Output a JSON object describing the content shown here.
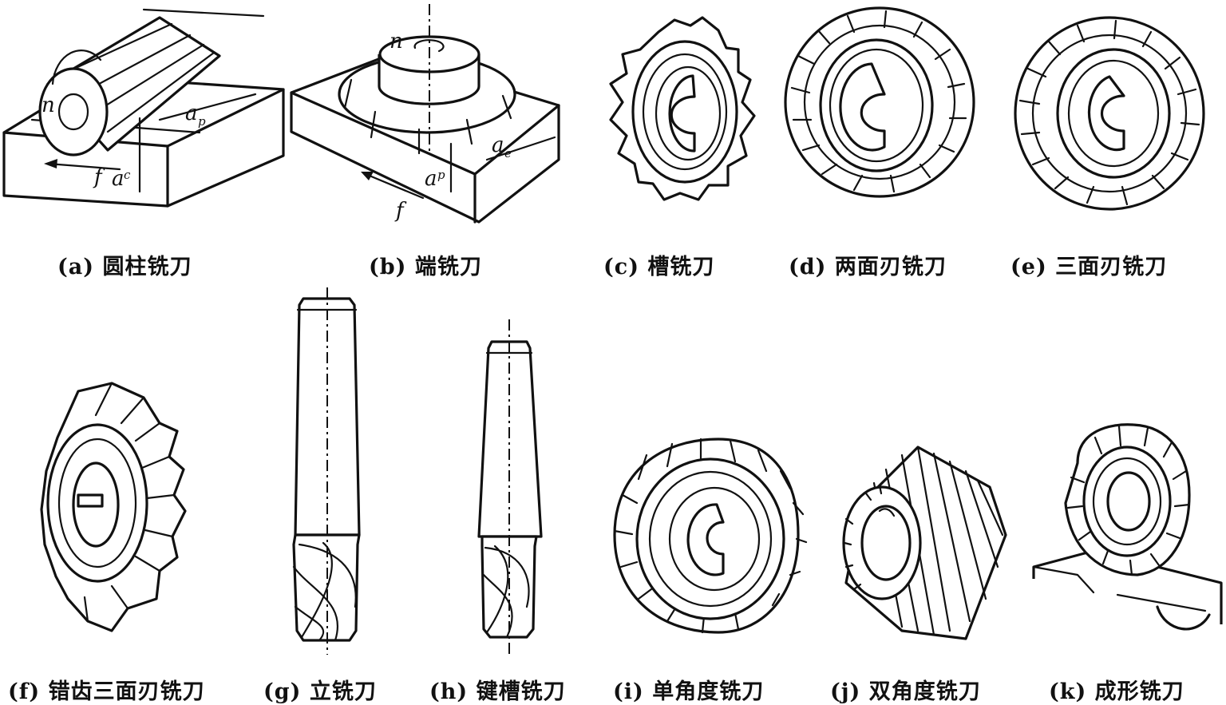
{
  "figure": {
    "panels": [
      {
        "id": "a",
        "label": "(a) 圆柱铣刀",
        "symbols": [
          "n",
          "f",
          "a",
          "p",
          "a",
          "c"
        ]
      },
      {
        "id": "b",
        "label": "(b) 端铣刀",
        "symbols": [
          "n",
          "a",
          "e",
          "a",
          "p",
          "f"
        ]
      },
      {
        "id": "c",
        "label": "(c) 槽铣刀"
      },
      {
        "id": "d",
        "label": "(d) 两面刃铣刀"
      },
      {
        "id": "e",
        "label": "(e) 三面刃铣刀"
      },
      {
        "id": "f",
        "label": "(f) 错齿三面刃铣刀"
      },
      {
        "id": "g",
        "label": "(g) 立铣刀"
      },
      {
        "id": "h",
        "label": "(h) 键槽铣刀"
      },
      {
        "id": "i",
        "label": "(i) 单角度铣刀"
      },
      {
        "id": "j",
        "label": "(j) 双角度铣刀"
      },
      {
        "id": "k",
        "label": "(k) 成形铣刀"
      }
    ]
  }
}
